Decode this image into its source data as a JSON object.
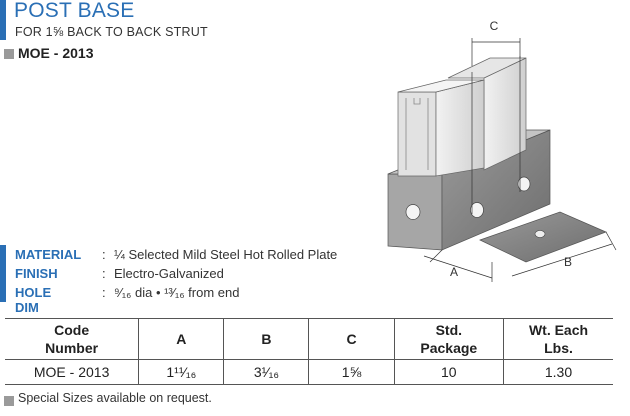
{
  "header": {
    "title": "POST BASE",
    "subtitle": "FOR 1⅝  BACK TO BACK STRUT",
    "part_number": "MOE - 2013"
  },
  "specs": [
    {
      "label": "MATERIAL",
      "colon": ":",
      "value": "¼ Selected Mild Steel Hot Rolled Plate"
    },
    {
      "label": "FINISH",
      "colon": ":",
      "value": "Electro-Galvanized"
    },
    {
      "label": "HOLE DIM",
      "colon": ":",
      "value": "⁹⁄₁₆ dia • ¹³⁄₁₆ from end"
    }
  ],
  "drawing": {
    "labels": {
      "a": "A",
      "b": "B",
      "c": "C"
    }
  },
  "table": {
    "headers": [
      {
        "line1": "Code",
        "line2": "Number"
      },
      {
        "line1": "A",
        "line2": ""
      },
      {
        "line1": "B",
        "line2": ""
      },
      {
        "line1": "C",
        "line2": ""
      },
      {
        "line1": "Std.",
        "line2": "Package"
      },
      {
        "line1": "Wt. Each",
        "line2": "Lbs."
      }
    ],
    "rows": [
      [
        "MOE - 2013",
        "1¹¹⁄₁₆",
        "3¹⁄₁₆",
        "1⅝",
        "10",
        "1.30"
      ]
    ]
  },
  "footer": {
    "note": "Special Sizes available on request."
  },
  "colors": {
    "accent": "#2a6fb5",
    "bullet_gray": "#9a9a9a"
  }
}
